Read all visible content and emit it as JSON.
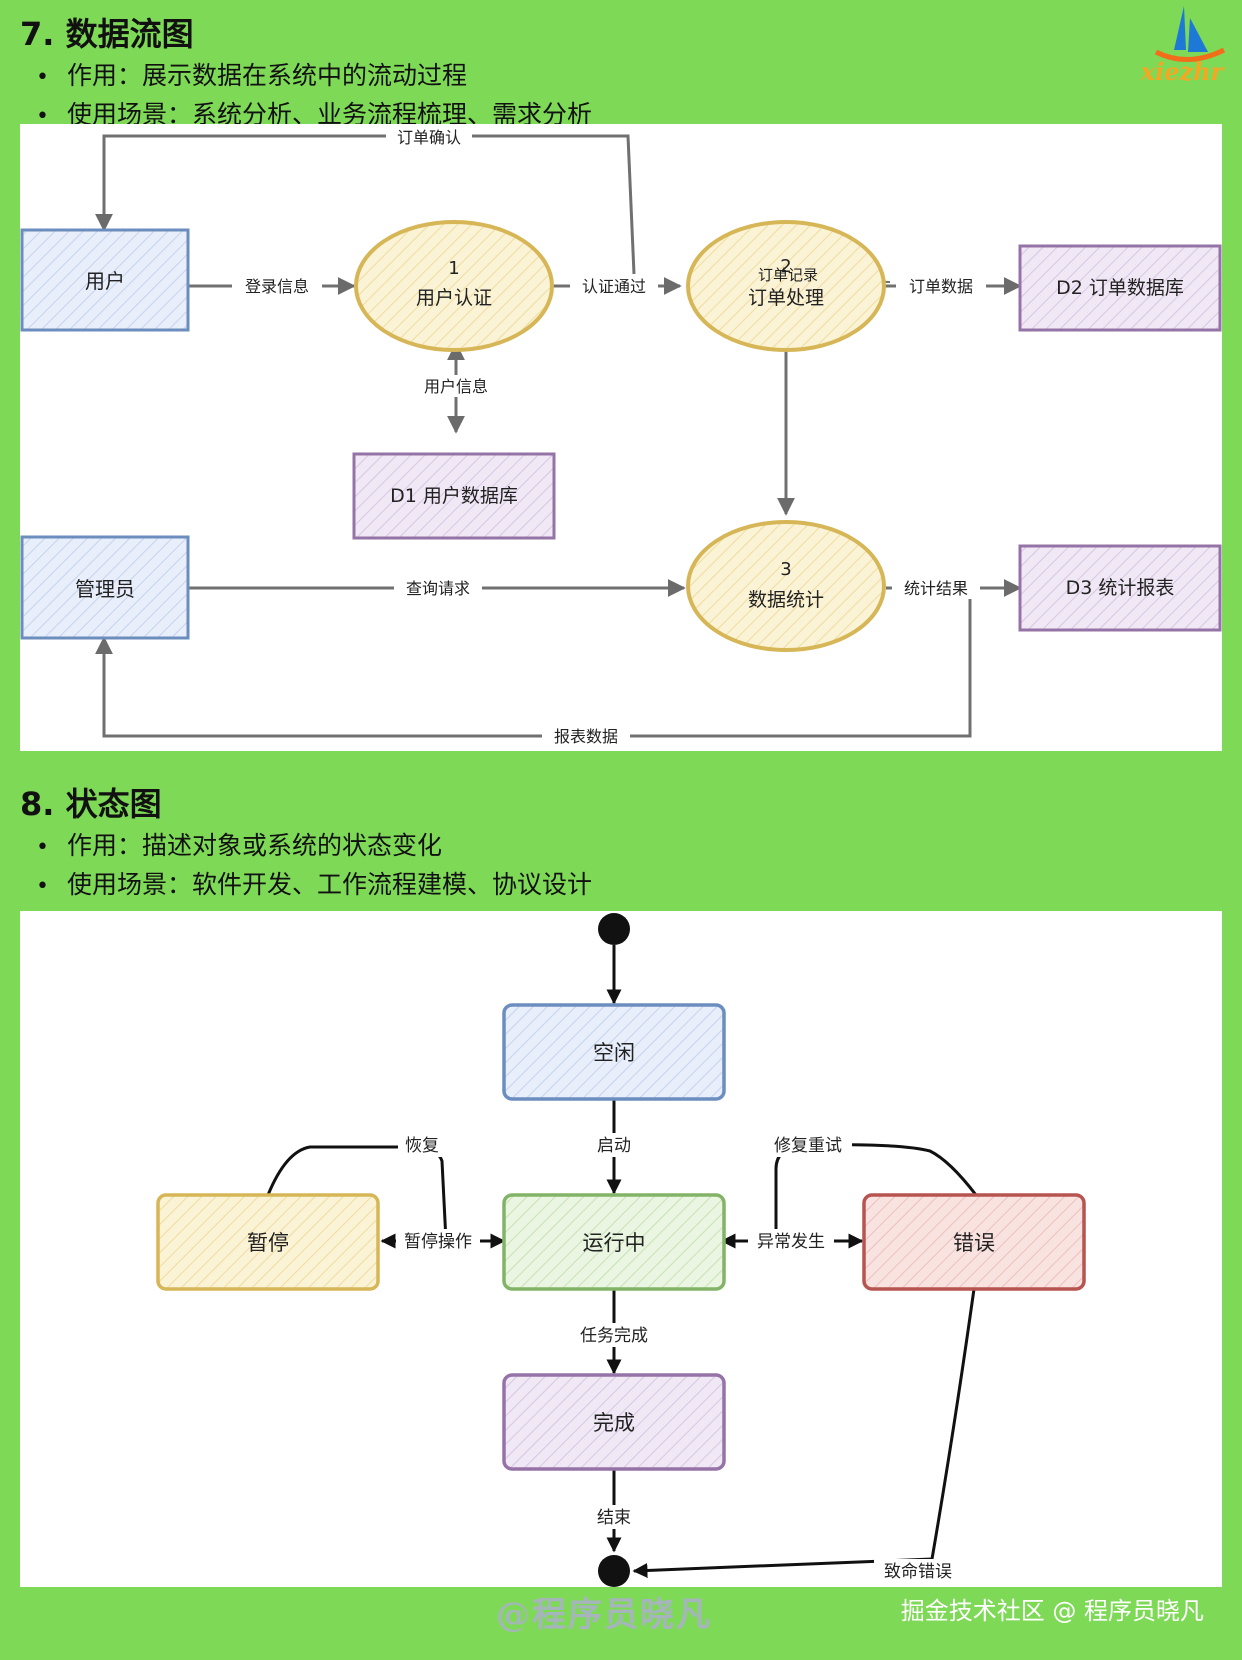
{
  "brand": {
    "logo_text": "xiezhr"
  },
  "dfd": {
    "heading": "7. 数据流图",
    "bullets": [
      "作用：展示数据在系统中的流动过程",
      "使用场景：系统分析、业务流程梳理、需求分析"
    ],
    "nodes": {
      "user": "用户",
      "admin": "管理员",
      "p1_num": "1",
      "p1_label": "用户认证",
      "p2_num": "2",
      "p2_label": "订单处理",
      "p3_num": "3",
      "p3_label": "数据统计",
      "d1": "D1 用户数据库",
      "d2": "D2 订单数据库",
      "d3": "D3 统计报表"
    },
    "flows": {
      "order_confirm": "订单确认",
      "login_info": "登录信息",
      "auth_pass": "认证通过",
      "order_record": "订单记录",
      "order_data": "订单数据",
      "user_info": "用户信息",
      "query_request": "查询请求",
      "stat_result": "统计结果",
      "report_data": "报表数据"
    }
  },
  "state": {
    "heading": "8. 状态图",
    "bullets": [
      "作用：描述对象或系统的状态变化",
      "使用场景：软件开发、工作流程建模、协议设计"
    ],
    "states": {
      "idle": "空闲",
      "running": "运行中",
      "paused": "暂停",
      "error": "错误",
      "done": "完成"
    },
    "transitions": {
      "start": "启动",
      "resume": "恢复",
      "pause": "暂停操作",
      "exception": "异常发生",
      "repair": "修复重试",
      "task_done": "任务完成",
      "end": "结束",
      "fatal": "致命错误"
    }
  },
  "footer": {
    "watermark": "@程序员晓凡",
    "credit": "掘金技术社区 @ 程序员晓凡"
  },
  "colors": {
    "background": "#7ed957",
    "blue": "#6c8ebf",
    "yellow": "#d6b656",
    "purple": "#9673a6",
    "green": "#82b366",
    "red": "#b85450"
  }
}
